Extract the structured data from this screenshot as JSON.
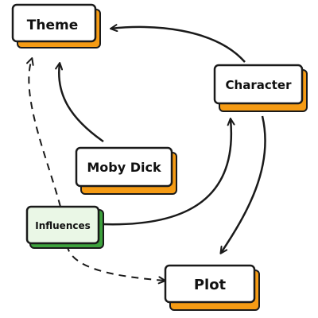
{
  "diagram": {
    "nodes": {
      "theme": {
        "label": "Theme"
      },
      "character": {
        "label": "Character"
      },
      "moby_dick": {
        "label": "Moby Dick"
      },
      "influences": {
        "label": "Influences"
      },
      "plot": {
        "label": "Plot"
      }
    },
    "edges": [
      {
        "from": "character",
        "to": "theme",
        "style": "solid"
      },
      {
        "from": "moby_dick",
        "to": "theme",
        "style": "solid"
      },
      {
        "from": "influences",
        "to": "theme",
        "style": "dashed"
      },
      {
        "from": "influences",
        "to": "character",
        "style": "solid"
      },
      {
        "from": "influences",
        "to": "plot",
        "style": "dashed"
      },
      {
        "from": "character",
        "to": "plot",
        "style": "solid"
      }
    ],
    "colors": {
      "node_fill": "#ffffff",
      "node_shadow": "#f59b14",
      "node_border": "#1a1a1a",
      "influences_fill": "#eaf7e6",
      "influences_shadow": "#3da23d",
      "edge": "#1a1a1a"
    }
  }
}
